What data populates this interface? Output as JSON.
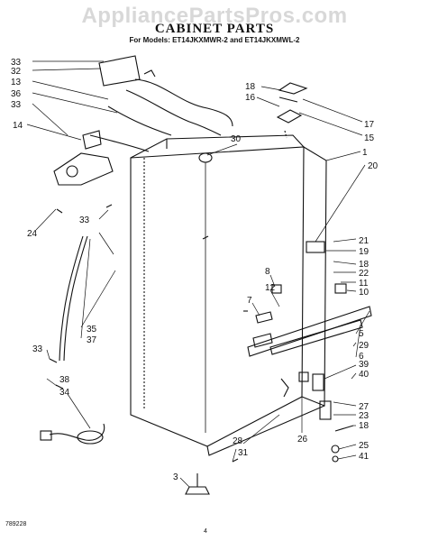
{
  "header": {
    "watermark": "AppliancePartsPros.com",
    "title": "CABINET PARTS",
    "models": "For Models: ET14JKXMWR-2 and ET14JKXMWL-2"
  },
  "callouts": [
    "33",
    "32",
    "13",
    "36",
    "33",
    "14",
    "24",
    "33",
    "35",
    "37",
    "33",
    "38",
    "34",
    "3",
    "18",
    "16",
    "17",
    "15",
    "30",
    "1",
    "20",
    "21",
    "19",
    "18",
    "22",
    "11",
    "10",
    "8",
    "12",
    "7",
    "5",
    "29",
    "6",
    "39",
    "40",
    "27",
    "23",
    "18",
    "26",
    "28",
    "31",
    "25",
    "41"
  ],
  "footer": {
    "code": "789228",
    "page": "4"
  }
}
